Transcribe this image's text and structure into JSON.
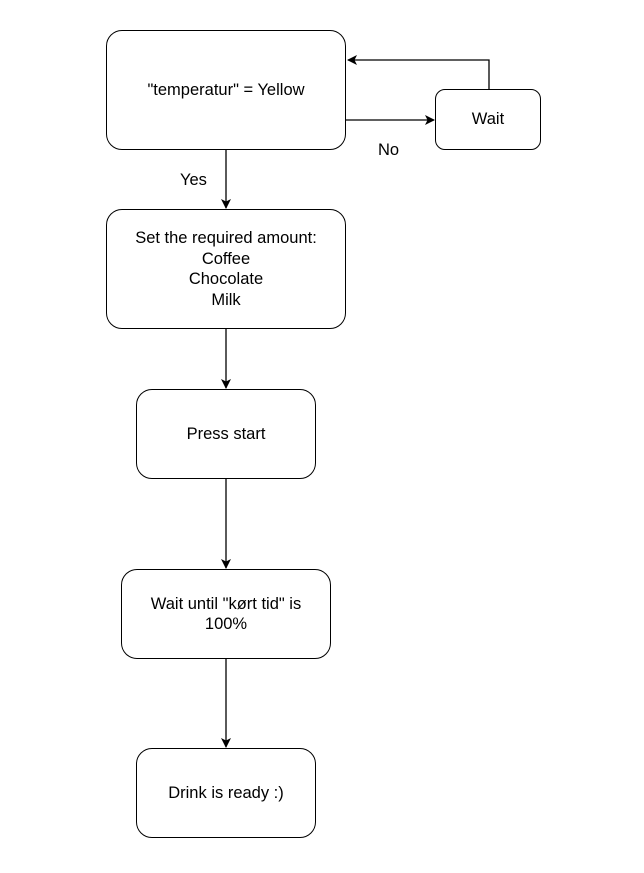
{
  "nodes": {
    "check_temp": "\"temperatur\"  = Yellow",
    "wait": "Wait",
    "set_amount": "Set the required amount:\nCoffee\nChocolate\nMilk",
    "press_start": "Press start",
    "wait_until": "Wait until \"kørt tid\"  is\n100%",
    "drink_ready": "Drink is ready :)"
  },
  "edges": {
    "yes_label": "Yes",
    "no_label": "No"
  },
  "colors": {
    "stroke": "#000000",
    "background": "#ffffff"
  }
}
